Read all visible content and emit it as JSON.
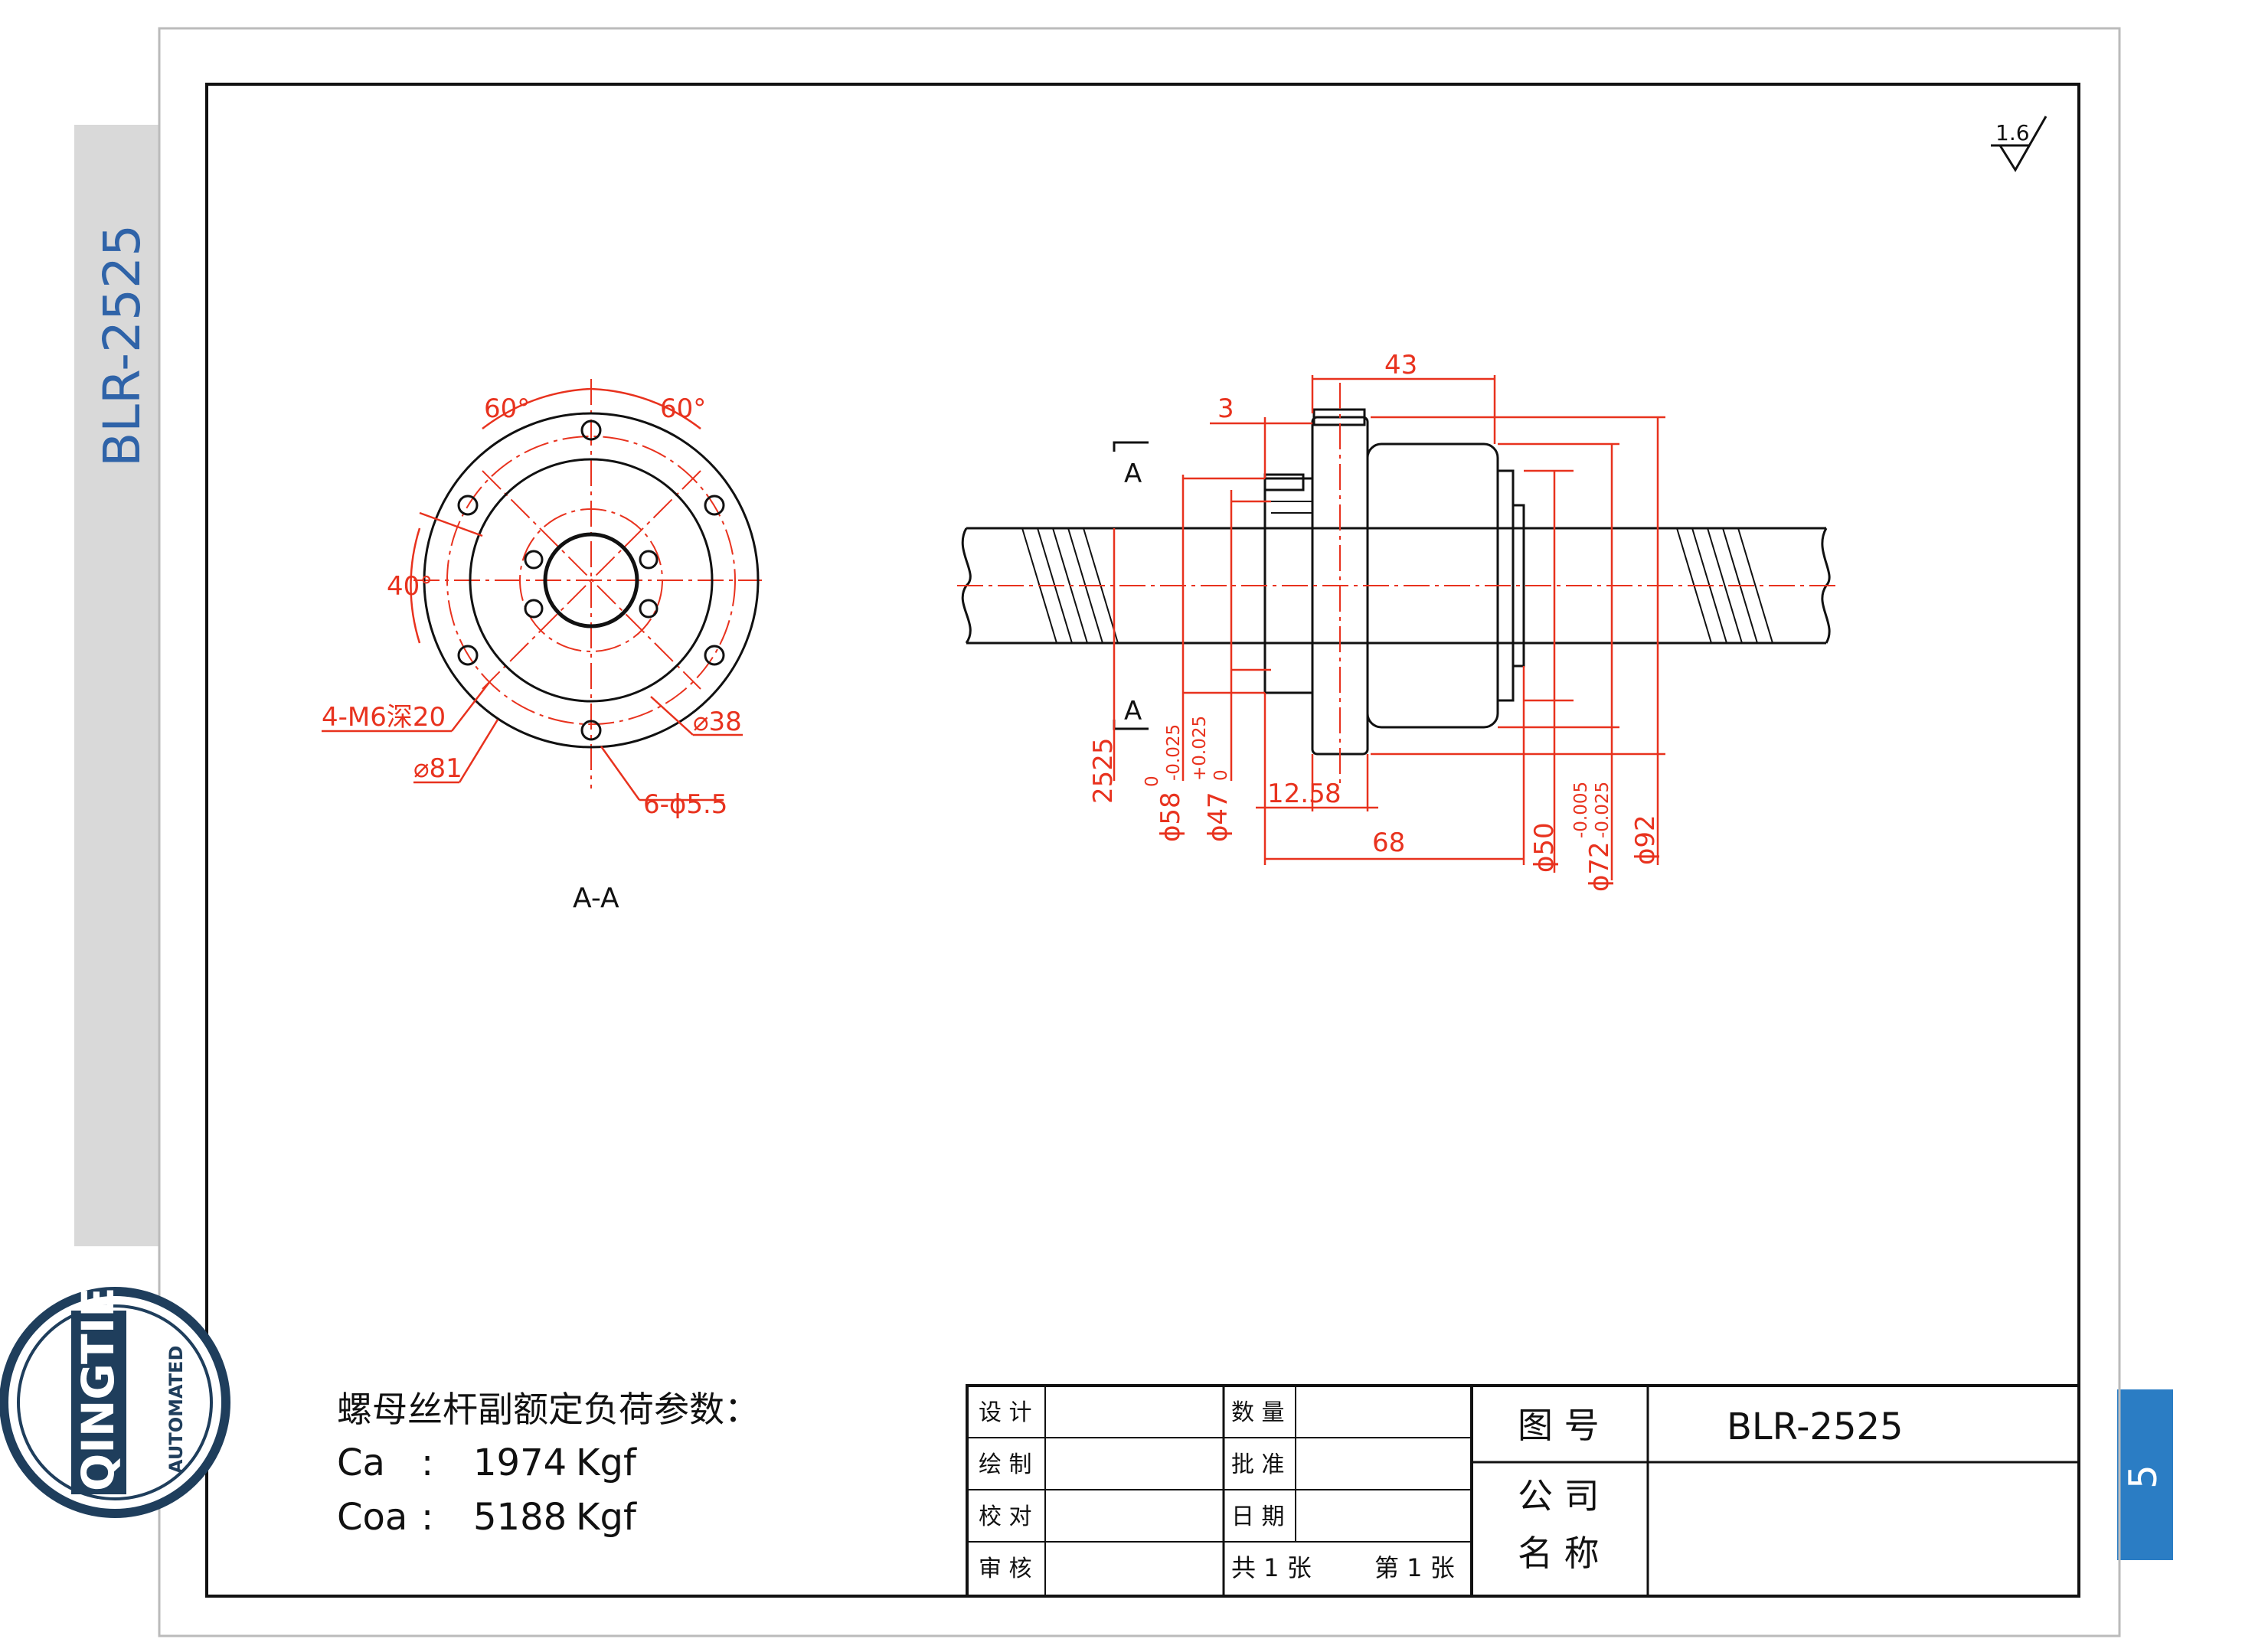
{
  "side_tab": {
    "title": "BLR-2525",
    "color": "#d9d9d9",
    "text_color": "#2f63a8"
  },
  "page_tab": {
    "number": "5",
    "color": "#2b7dc4"
  },
  "logo": {
    "brand": "QINGTIE",
    "sub": "AUTOMATED",
    "color": "#1f3e5c"
  },
  "surface_finish": "1.6",
  "section_view": {
    "caption": "A-A",
    "angle_top_left": "60°",
    "angle_top_right": "60°",
    "angle_left": "40°",
    "tapped_holes": "4-M6深20",
    "bolt_circle": "⌀81",
    "inner_circle": "⌀38",
    "thru_holes": "6-ϕ5.5"
  },
  "main_view": {
    "section_mark": "A",
    "dims": {
      "overall_flange_width": "43",
      "flange_step": "3",
      "lead_pitch": "2525",
      "d58": "ϕ58",
      "d58_tol_upper": "0",
      "d58_tol_lower": "-0.025",
      "d47": "ϕ47",
      "d47_tol_upper": "+0.025",
      "d47_tol_lower": "0",
      "len_12_5": "12.5",
      "len_8": "8",
      "len_68": "68",
      "d50": "ϕ50",
      "d72": "ϕ72",
      "d72_tol_upper": "-0.005",
      "d72_tol_lower": "-0.025",
      "d92": "ϕ92"
    }
  },
  "load_params": {
    "title": "螺母丝杆副额定负荷参数：",
    "rows": [
      {
        "label": "Ca",
        "colon": ":",
        "value": "1974",
        "unit": "Kgf"
      },
      {
        "label": "Coa",
        "colon": ":",
        "value": "5188",
        "unit": "Kgf"
      }
    ]
  },
  "title_block": {
    "design": "设 计",
    "draw": "绘 制",
    "check": "校 对",
    "review": "审 核",
    "quantity": "数 量",
    "approve": "批 准",
    "date": "日 期",
    "sheets_total": "共 1 张",
    "sheet_no": "第 1 张",
    "drawing_no_label": "图 号",
    "drawing_no": "BLR-2525",
    "company_label_1": "公 司",
    "company_label_2": "名 称"
  }
}
